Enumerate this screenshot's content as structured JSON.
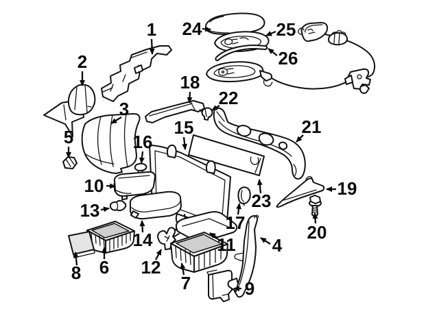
{
  "diagram": {
    "kind": "automotive-exploded-parts-diagram",
    "background_color": "#ffffff",
    "line_color": "#111111",
    "shade_color": "#cfcfcf",
    "callouts": [
      {
        "label": "1"
      },
      {
        "label": "2"
      },
      {
        "label": "3"
      },
      {
        "label": "4"
      },
      {
        "label": "5"
      },
      {
        "label": "6"
      },
      {
        "label": "7"
      },
      {
        "label": "8"
      },
      {
        "label": "9"
      },
      {
        "label": "10"
      },
      {
        "label": "11"
      },
      {
        "label": "12"
      },
      {
        "label": "13"
      },
      {
        "label": "14"
      },
      {
        "label": "15"
      },
      {
        "label": "16"
      },
      {
        "label": "17"
      },
      {
        "label": "18"
      },
      {
        "label": "19"
      },
      {
        "label": "20"
      },
      {
        "label": "21"
      },
      {
        "label": "22"
      },
      {
        "label": "23"
      },
      {
        "label": "24"
      },
      {
        "label": "25"
      },
      {
        "label": "26"
      }
    ]
  }
}
